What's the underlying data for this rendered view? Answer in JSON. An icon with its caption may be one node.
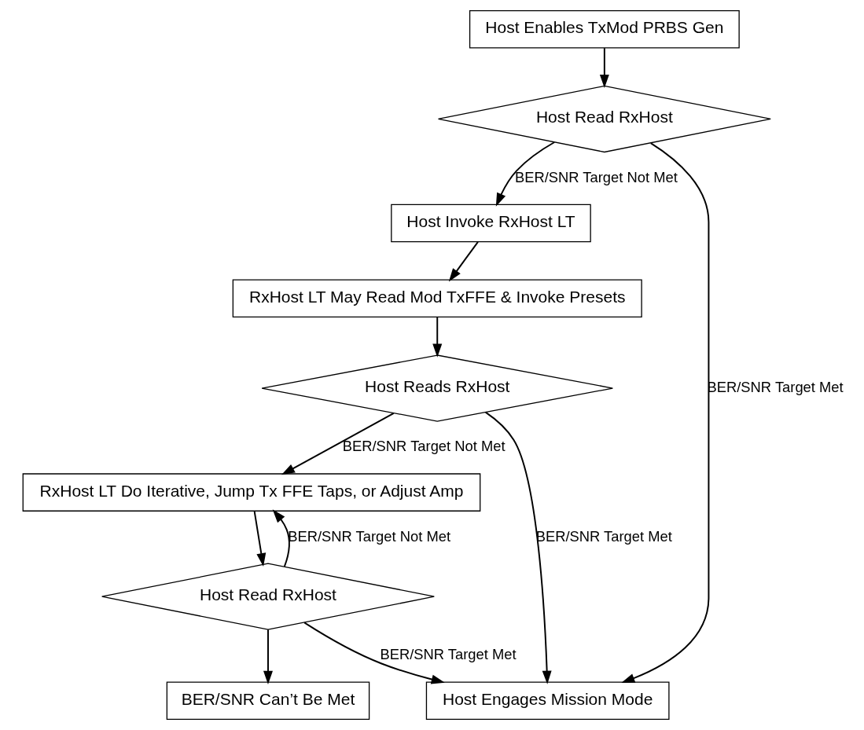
{
  "diagram": {
    "nodes": [
      {
        "text": [
          "Host Enables TxMod PRBS Gen"
        ]
      },
      {
        "text": [
          "Host Read RxHost"
        ]
      },
      {
        "text": [
          "Host Invoke RxHost LT"
        ]
      },
      {
        "text": [
          "RxHost LT May Read Mod TxFFE & Invoke Presets"
        ]
      },
      {
        "text": [
          "Host Reads RxHost"
        ]
      },
      {
        "text": [
          "RxHost LT Do Iterative, Jump Tx FFE Taps, or Adjust Amp"
        ]
      },
      {
        "text": [
          "Host Read RxHost"
        ]
      },
      {
        "text": [
          "BER/SNR Can’t Be Met"
        ]
      },
      {
        "text": [
          "Host Engages Mission Mode"
        ]
      }
    ],
    "edges": [
      {
        "from": 0,
        "to": 1,
        "arrow": "to"
      },
      {
        "from": 1,
        "to": 8,
        "arrow": "to",
        "label": "BER/SNR Target Met"
      },
      {
        "from": 1,
        "to": 2,
        "arrow": "to",
        "label": "BER/SNR Target Not Met"
      },
      {
        "from": 2,
        "to": 3,
        "arrow": "to"
      },
      {
        "from": 3,
        "to": 4,
        "arrow": "to"
      },
      {
        "from": 4,
        "to": 5,
        "arrow": "to",
        "label": "BER/SNR Target Not Met"
      },
      {
        "from": 4,
        "to": 8,
        "arrow": "to",
        "label": "BER/SNR Target Met"
      },
      {
        "from": 5,
        "to": 6,
        "arrow": "to"
      },
      {
        "from": 6,
        "to": 5,
        "arrow": "to",
        "label": "BER/SNR Target Not Met"
      },
      {
        "from": 6,
        "to": 8,
        "arrow": "to",
        "label": "BER/SNR Target Met"
      },
      {
        "from": 6,
        "to": 7,
        "arrow": "to"
      }
    ]
  }
}
